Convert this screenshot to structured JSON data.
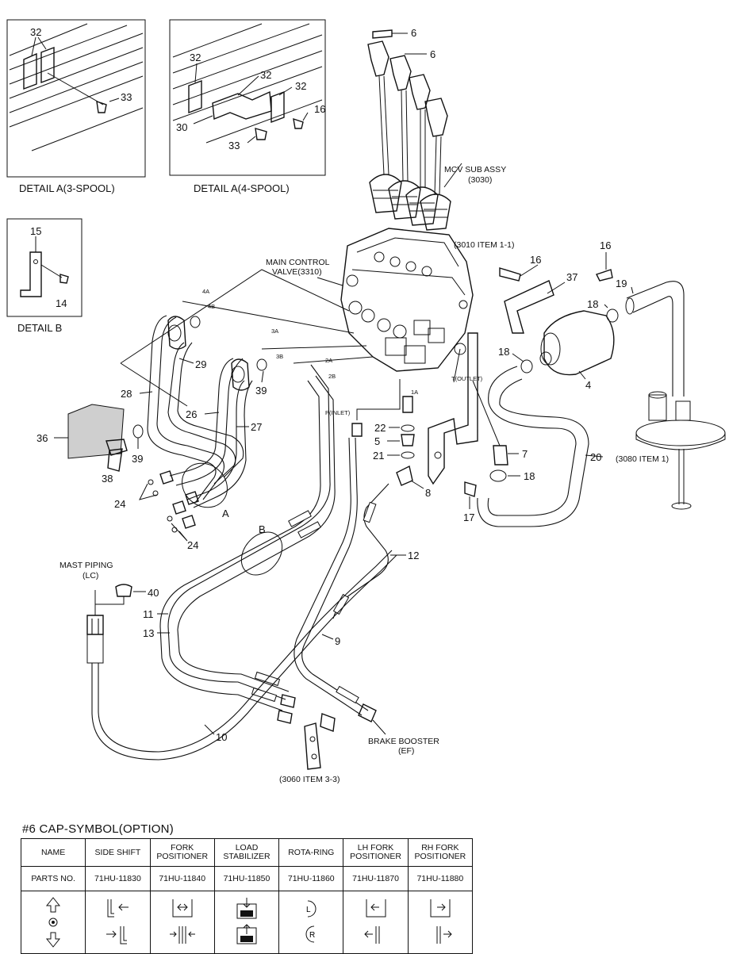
{
  "details": {
    "a3": {
      "caption": "DETAIL A(3-SPOOL)",
      "callouts": [
        "32",
        "33"
      ]
    },
    "a4": {
      "caption": "DETAIL A(4-SPOOL)",
      "callouts": [
        "32",
        "32",
        "32",
        "16",
        "30",
        "33"
      ]
    },
    "b": {
      "caption": "DETAIL B",
      "callouts": [
        "15",
        "14"
      ]
    }
  },
  "labels": {
    "mcv_sub_assy": "MCV SUB ASSY",
    "mcv_sub_assy_ref": "(3030)",
    "ref_3010": "(3010 ITEM 1-1)",
    "main_control_valve": "MAIN CONTROL",
    "main_control_valve_2": "VALVE(3310)",
    "t_outlet": "T(OUTLET)",
    "p_inlet": "P(INLET)",
    "ref_3080_1": "(3080 ITEM 1)",
    "mast_piping": "MAST PIPING",
    "mast_piping_2": "(LC)",
    "brake_booster": "BRAKE BOOSTER",
    "brake_booster_2": "(EF)",
    "ref_3060": "(3060 ITEM 3-3)",
    "marker_a": "A",
    "marker_b": "B",
    "port_4a": "4A",
    "port_4b": "4B",
    "port_3a": "3A",
    "port_3b": "3B",
    "port_2a": "2A",
    "port_2b": "2B",
    "port_1a": "1A"
  },
  "callouts": {
    "c6a": "6",
    "c6b": "6",
    "c16a": "16",
    "c16b": "16",
    "c19": "19",
    "c37": "37",
    "c18a": "18",
    "c18b": "18",
    "c18c": "18",
    "c4": "4",
    "c20": "20",
    "c7": "7",
    "c17": "17",
    "c8": "8",
    "c22": "22",
    "c5": "5",
    "c21": "21",
    "c12": "12",
    "c9": "9",
    "c10": "10",
    "c11": "11",
    "c13": "13",
    "c40": "40",
    "c29": "29",
    "c28": "28",
    "c26": "26",
    "c27": "27",
    "c39a": "39",
    "c39b": "39",
    "c36": "36",
    "c38": "38",
    "c24a": "24",
    "c24b": "24"
  },
  "symbol_table": {
    "title": "#6 CAP-SYMBOL(OPTION)",
    "row_headers": [
      "NAME",
      "PARTS NO."
    ],
    "names": [
      "SIDE SHIFT",
      "FORK POSITIONER",
      "LOAD STABILIZER",
      "ROTA-RING",
      "LH FORK POSITIONER",
      "RH FORK POSITIONER"
    ],
    "name_lines": [
      [
        "SIDE SHIFT"
      ],
      [
        "FORK",
        "POSITIONER"
      ],
      [
        "LOAD",
        "STABILIZER"
      ],
      [
        "ROTA-RING"
      ],
      [
        "LH FORK",
        "POSITIONER"
      ],
      [
        "RH FORK",
        "POSITIONER"
      ]
    ],
    "part_numbers": [
      "71HU-11830",
      "71HU-11840",
      "71HU-11850",
      "71HU-11860",
      "71HU-11870",
      "71HU-11880"
    ],
    "icons": [
      "lift-tilt-icon",
      "side-shift-icon",
      "fork-positioner-icon",
      "load-stabilizer-icon",
      "rota-ring-icon",
      "lh-fork-positioner-icon",
      "rh-fork-positioner-icon"
    ]
  }
}
